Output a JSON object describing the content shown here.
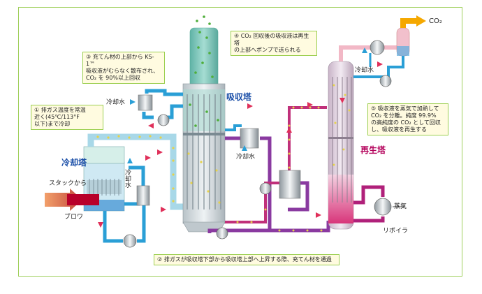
{
  "callouts": {
    "c1": "① 排ガス温度を常温\n近く(45℃/113°F\n以下)まで冷却",
    "c2": "② 排ガスが吸収塔下部から吸収塔上部へ上昇する際、充てん材を通過",
    "c3": "③ 充てん材の上部から KS-1™\n吸収液がむらなく散布され、\nCO₂ を 90%以上回収",
    "c4": "④ CO₂ 回収後の吸収液は再生塔\nの上部へポンプで送られる",
    "c5": "⑤ 吸収液を蒸気で加熱して\nCO₂ を分離。純度 99.9%\nの高純度の CO₂ として回収\nし、吸収液を再生する"
  },
  "labels": {
    "cooling_tower": "冷却塔",
    "absorber": "吸収塔",
    "regenerator": "再生塔",
    "from_stack": "スタックから",
    "blower": "ブロワ",
    "cooling_water_1": "冷却水",
    "cooling_water_2": "冷却水",
    "cooling_water_3": "冷却水",
    "cooling_water_4": "冷却水",
    "steam": "蒸気",
    "reboiler": "リボイラ",
    "co2": "CO₂"
  },
  "colors": {
    "frame": "#9fcf5a",
    "cooling_pipe": "#2a9fd6",
    "gas_pipe": "#a8d8e8",
    "lean_pipe": "#8a3aa0",
    "rich_pipe": "#c0307a",
    "steam_pipe": "#b0207a",
    "tower_top": "#7cc6b8",
    "arrow_red": "#e0305a",
    "co2_arrow": "#f5a800",
    "callout_fill": "#fffbe0"
  }
}
